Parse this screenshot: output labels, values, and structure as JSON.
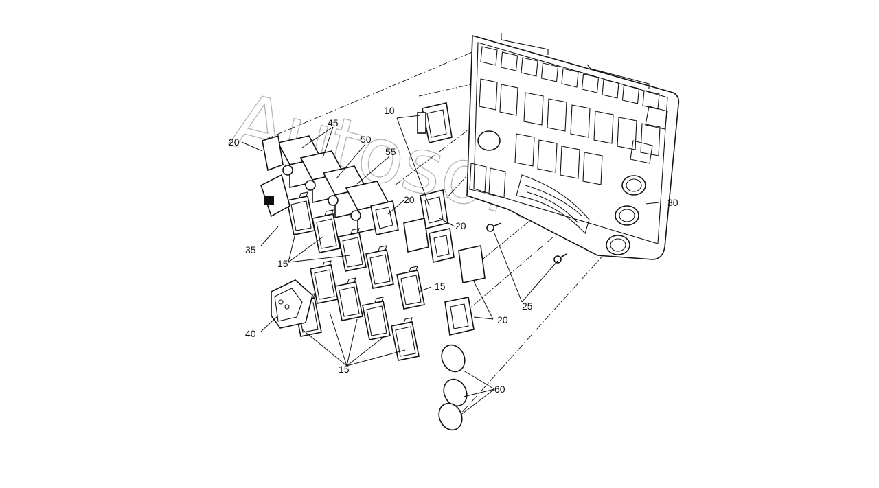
{
  "watermark": "Autosoft.ru",
  "callouts": {
    "c10": "10",
    "c15a": "15",
    "c15b": "15",
    "c15c": "15",
    "c20a": "20",
    "c20b": "20",
    "c20c": "20",
    "c20d": "20",
    "c25": "25",
    "c30": "30",
    "c35": "35",
    "c40": "40",
    "c45": "45",
    "c50": "50",
    "c55": "55",
    "c60": "60"
  }
}
